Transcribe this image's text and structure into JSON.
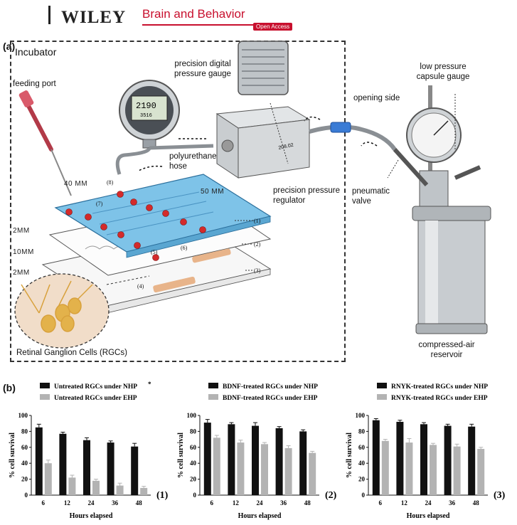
{
  "header": {
    "publisher": "WILEY",
    "journal": "Brain and Behavior",
    "badge": "Open Access"
  },
  "panel_a": {
    "label": "(a)",
    "incubator": "Incubator",
    "labels": {
      "feeding_port": "feeding port",
      "gauge": "precision digital pressure gauge",
      "hose": "polyurethane hose",
      "regulator": "precision pressure regulator",
      "opening_side": "opening side",
      "capsule_gauge": "low pressure capsule gauge",
      "valve": "pneumatic valve",
      "reservoir": "compressed-air reservoir",
      "rgc": "Retinal Ganglion Cells (RGCs)"
    },
    "dims": {
      "d40": "40 MM",
      "d50": "50 MM",
      "d2a": "2MM",
      "d10": "10MM",
      "d2b": "2MM"
    },
    "parts": {
      "p1": "(1)",
      "p2": "(2)",
      "p3": "(3)",
      "p4": "(4)",
      "p5": "(5)",
      "p6": "(6)",
      "p7": "(7)",
      "p8": "(8)"
    },
    "gauge_display": {
      "main": "2190",
      "sub": "3516"
    },
    "regulator_text": "208.02"
  },
  "panel_b": {
    "label": "(b)"
  },
  "chart_data": [
    {
      "type": "bar",
      "panel": "(1)",
      "categories": [
        "6",
        "12",
        "24",
        "36",
        "48"
      ],
      "series": [
        {
          "name": "Untreated RGCs under NHP",
          "values": [
            85,
            77,
            69,
            66,
            61
          ],
          "errors": [
            4,
            2,
            3,
            2,
            4
          ]
        },
        {
          "name": "Untreated RGCs under EHP",
          "values": [
            40,
            22,
            18,
            12,
            9
          ],
          "errors": [
            4,
            3,
            2,
            3,
            2
          ]
        }
      ],
      "legend_mark": "*",
      "xlabel": "Hours elapsed",
      "ylabel": "% cell survival",
      "ylim": [
        0,
        100
      ],
      "yticks": [
        0,
        20,
        40,
        60,
        80,
        100
      ],
      "colors": [
        "#111111",
        "#b3b3b3"
      ]
    },
    {
      "type": "bar",
      "panel": "(2)",
      "categories": [
        "6",
        "12",
        "24",
        "36",
        "48"
      ],
      "series": [
        {
          "name": "BDNF-treated RGCs under NHP",
          "values": [
            91,
            89,
            87,
            84,
            80
          ],
          "errors": [
            4,
            2,
            4,
            2,
            2
          ]
        },
        {
          "name": "BDNF-treated RGCs under EHP",
          "values": [
            72,
            66,
            64,
            59,
            53
          ],
          "errors": [
            3,
            3,
            2,
            3,
            2
          ]
        }
      ],
      "xlabel": "Hours elapsed",
      "ylabel": "% cell survival",
      "ylim": [
        0,
        100
      ],
      "yticks": [
        0,
        20,
        40,
        60,
        80,
        100
      ],
      "colors": [
        "#111111",
        "#b3b3b3"
      ]
    },
    {
      "type": "bar",
      "panel": "(3)",
      "categories": [
        "6",
        "12",
        "24",
        "36",
        "48"
      ],
      "series": [
        {
          "name": "RNYK-treated RGCs under NHP",
          "values": [
            94,
            92,
            89,
            87,
            86
          ],
          "errors": [
            2,
            2,
            2,
            2,
            3
          ]
        },
        {
          "name": "RNYK-treated RGCs under EHP",
          "values": [
            68,
            66,
            63,
            61,
            58
          ],
          "errors": [
            2,
            5,
            2,
            3,
            2
          ]
        }
      ],
      "xlabel": "Hours elapsed",
      "ylabel": "% cell survival",
      "ylim": [
        0,
        100
      ],
      "yticks": [
        0,
        20,
        40,
        60,
        80,
        100
      ],
      "colors": [
        "#111111",
        "#b3b3b3"
      ]
    }
  ]
}
